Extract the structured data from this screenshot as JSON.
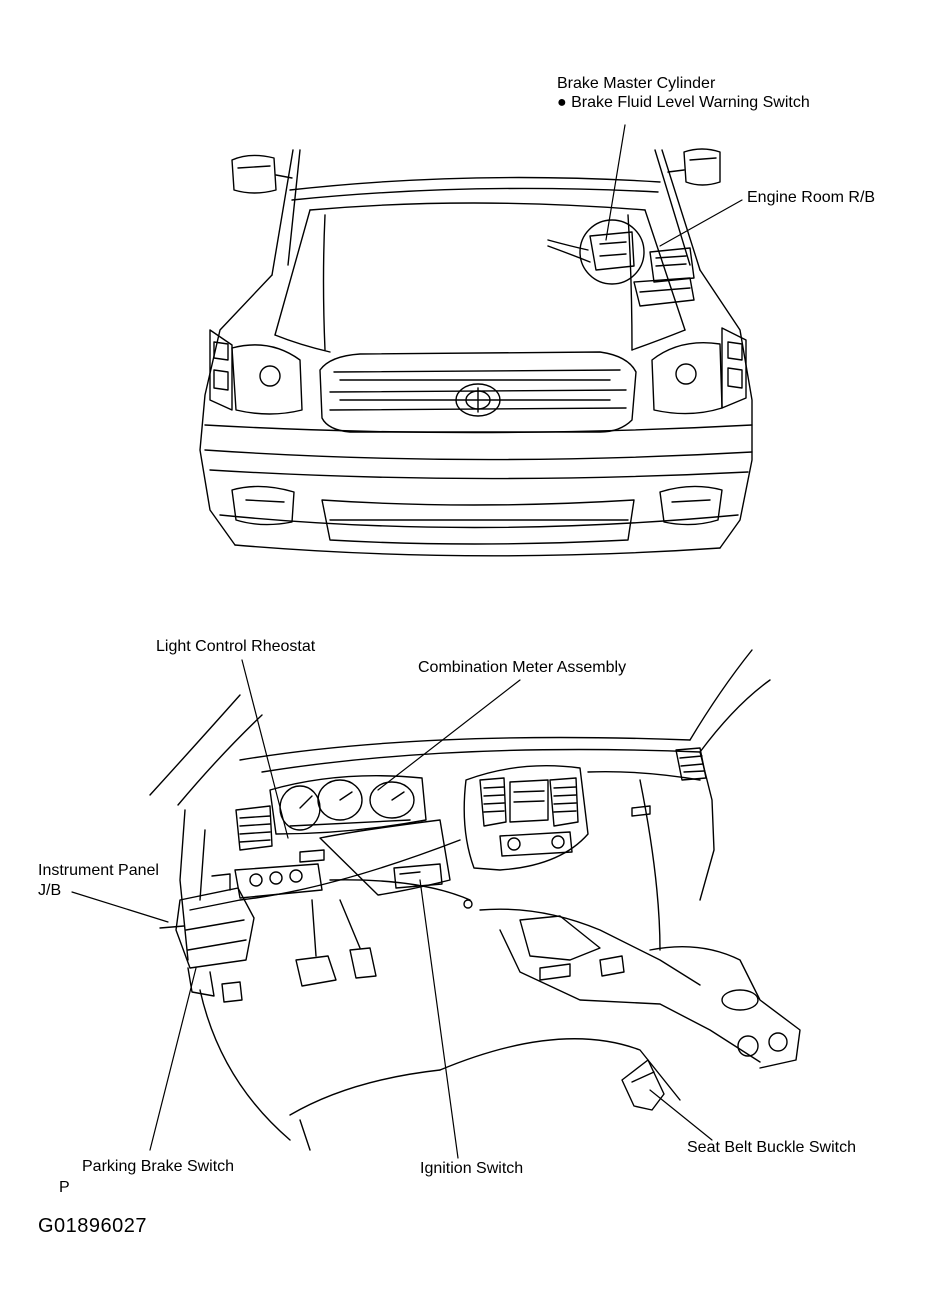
{
  "labels": {
    "brake_master_cylinder": "Brake Master Cylinder",
    "brake_fluid_level_warning_switch": "Brake Fluid Level Warning Switch",
    "engine_room_rb": "Engine Room R/B",
    "light_control_rheostat": "Light Control Rheostat",
    "combination_meter_assembly": "Combination Meter Assembly",
    "instrument_panel_line1": "Instrument Panel",
    "instrument_panel_line2": "J/B",
    "parking_brake_switch": "Parking Brake Switch",
    "parking_brake_marker": "P",
    "ignition_switch": "Ignition Switch",
    "seat_belt_buckle_switch": "Seat Belt Buckle Switch"
  },
  "figure_code": "G01896027",
  "colors": {
    "line": "#000000",
    "background": "#ffffff"
  }
}
